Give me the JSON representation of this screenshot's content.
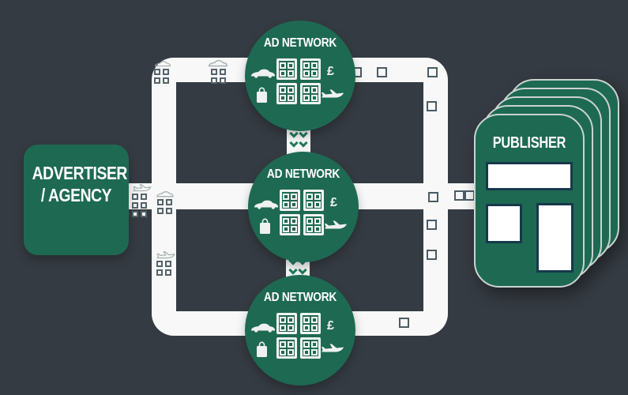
{
  "background_color": "#353b42",
  "colors": {
    "node_green": "#1e6952",
    "track_white": "#f7f8f7",
    "square_outline": "#4c5b64",
    "chevron_green": "#1f7c5e",
    "slot_border": "#16394b",
    "card_edge": "#cbd3d0",
    "text": "#ffffff"
  },
  "advertiser": {
    "label_line1": "ADVERTISER",
    "label_line2": "/ AGENCY"
  },
  "ad_networks": [
    {
      "label": "AD NETWORK",
      "currency_symbol": "£"
    },
    {
      "label": "AD NETWORK",
      "currency_symbol": "£"
    },
    {
      "label": "AD NETWORK",
      "currency_symbol": "£"
    }
  ],
  "publisher": {
    "label": "PUBLISHER",
    "stack_count": 5
  },
  "icon_names": [
    "car-icon",
    "shopping-bag-icon",
    "ad-inventory-grid-icon",
    "pound-icon",
    "plane-icon",
    "chevron-flow-icon",
    "track-slot-square",
    "plane-sketch-icon",
    "car-sketch-icon"
  ]
}
